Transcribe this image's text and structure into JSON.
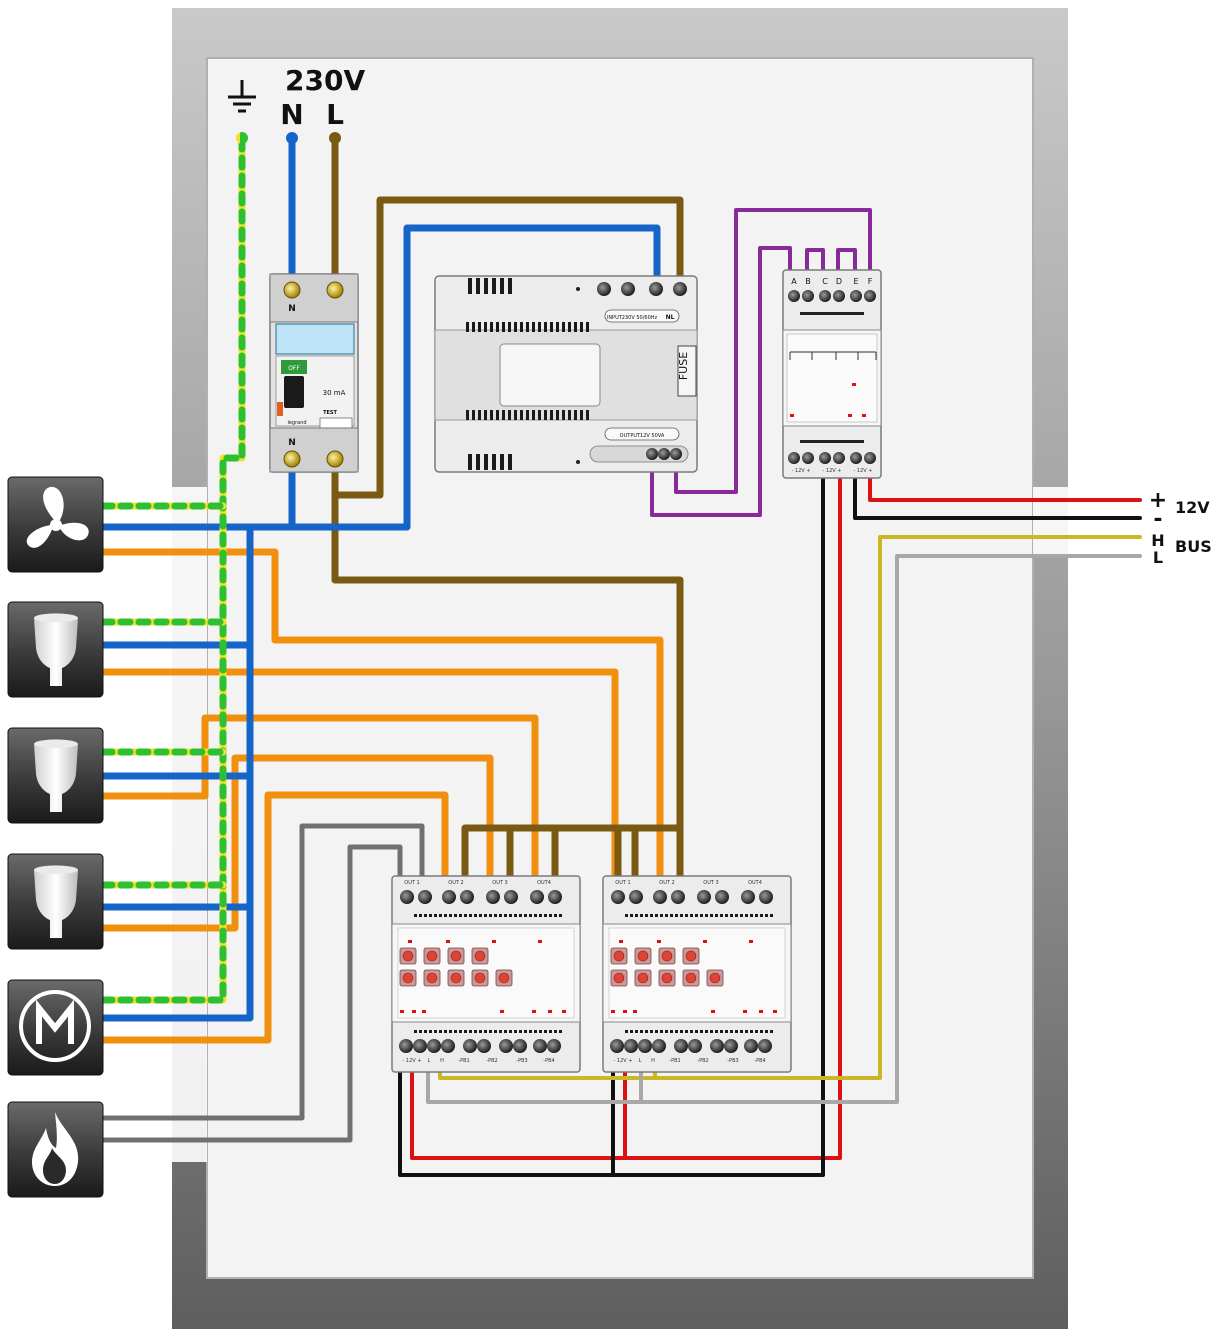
{
  "mains": {
    "voltage": "230V",
    "neutral": "N",
    "live": "L"
  },
  "rcd": {
    "top_terminal": "N",
    "bottom_terminal": "N",
    "off_label": "OFF",
    "rating": "30 mA",
    "test_label": "TEST",
    "brand": "legrand"
  },
  "psu": {
    "input_label": "INPUT230V 50/60Hz",
    "input_badge": "NL",
    "output_label": "OUTPUT12V 50VA",
    "fuse_label": "FUSE"
  },
  "bus_module": {
    "terminals": [
      "A",
      "B",
      "C",
      "D",
      "E",
      "F"
    ],
    "bottom_labels": [
      "- 12V +",
      "- 12V +",
      "- 12V +"
    ]
  },
  "relay_module": {
    "top_labels": [
      "OUT 1",
      "OUT 2",
      "OUT 3",
      "OUT4"
    ],
    "bottom_labels": [
      "- 12V +",
      "L",
      "H",
      "-PB1",
      "-PB2",
      "-PB3",
      "-PB4"
    ]
  },
  "right_labels": {
    "plus": "+",
    "minus": "-",
    "v12": "12V",
    "h": "H",
    "l": "L",
    "bus": "BUS"
  },
  "devices": [
    {
      "icon": "fan-icon"
    },
    {
      "icon": "lamp-icon"
    },
    {
      "icon": "lamp-icon"
    },
    {
      "icon": "lamp-icon"
    },
    {
      "icon": "motor-icon"
    },
    {
      "icon": "flame-icon"
    }
  ],
  "colors": {
    "neutral": "#1565c8",
    "live": "#7a5a12",
    "earth_green": "#2ec02e",
    "earth_yellow": "#f0e030",
    "switched": "#f0900e",
    "bus_h": "#c8b828",
    "bus_l": "#a8a8a8",
    "plus12": "#dd1111",
    "minus12": "#111111",
    "pb": "#707070",
    "purple": "#8a2a9a"
  }
}
